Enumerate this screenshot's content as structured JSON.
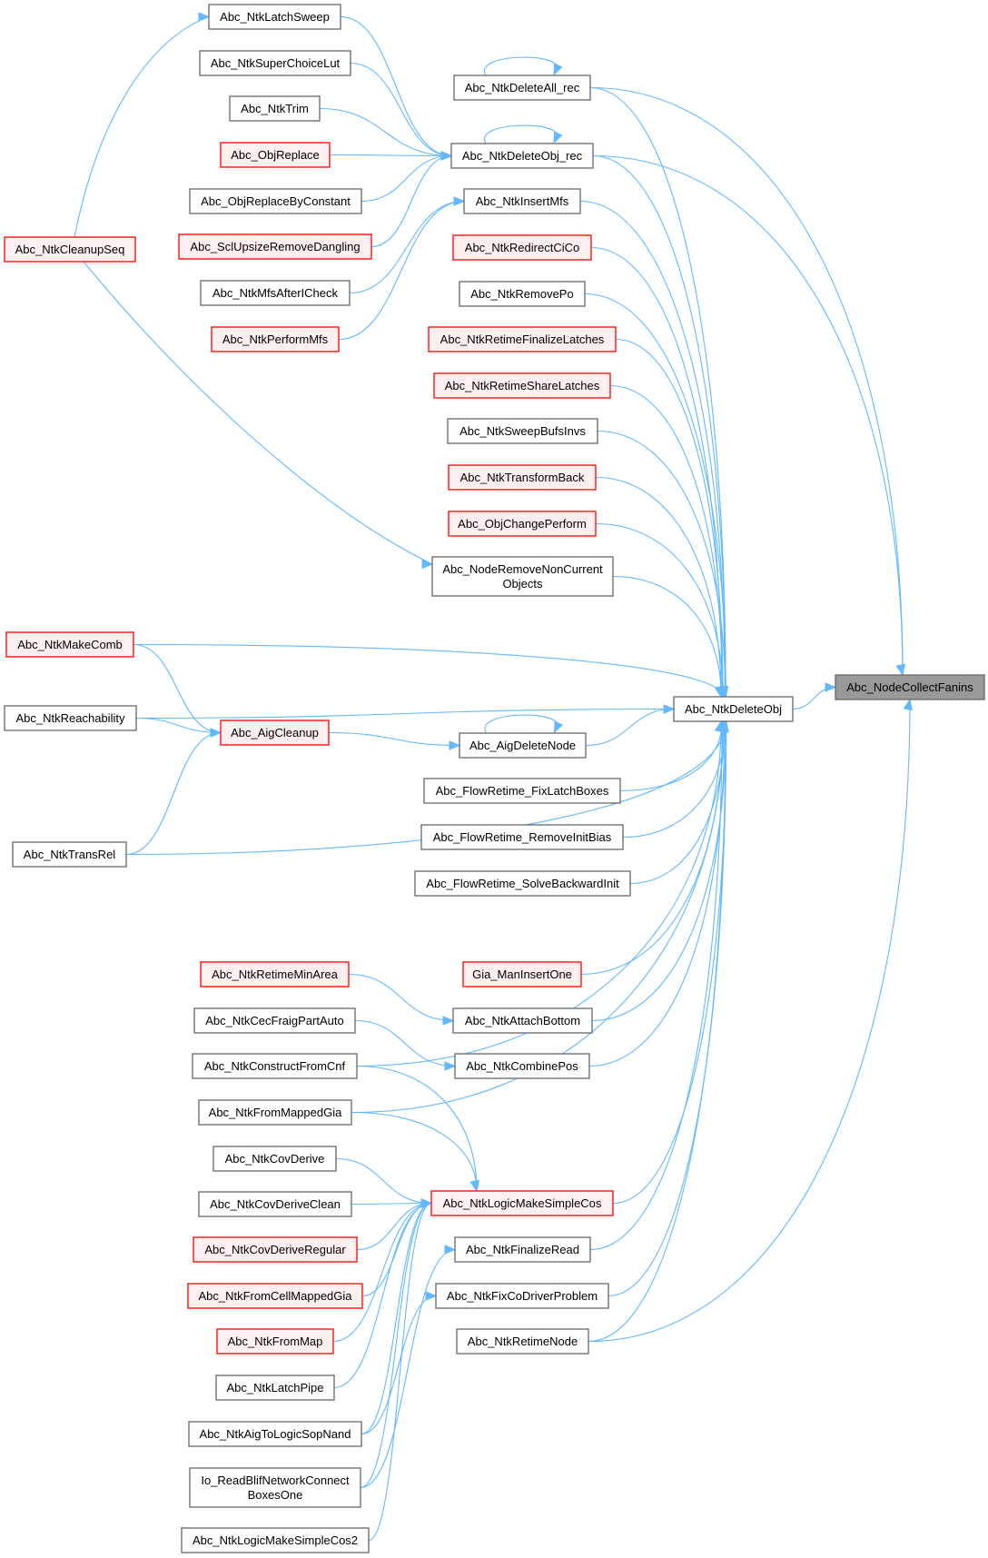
{
  "title": "Call graph of Abc_NodeCollectFanins",
  "colors": {
    "edge": "#63b8ff",
    "node_border": "#666666",
    "node_fill": "#ffffff",
    "undocumented_border": "#ff0000",
    "undocumented_fill": "#fff0f0",
    "root_fill": "#999999"
  },
  "nodes": [
    {
      "id": "NodeCollectFanins",
      "label": [
        "Abc_NodeCollectFanins"
      ],
      "style": "root"
    },
    {
      "id": "NtkDeleteObj",
      "label": [
        "Abc_NtkDeleteObj"
      ],
      "style": "normal"
    },
    {
      "id": "NtkDeleteAll_rec",
      "label": [
        "Abc_NtkDeleteAll_rec"
      ],
      "style": "normal"
    },
    {
      "id": "NtkDeleteObj_rec",
      "label": [
        "Abc_NtkDeleteObj_rec"
      ],
      "style": "normal"
    },
    {
      "id": "NtkInsertMfs",
      "label": [
        "Abc_NtkInsertMfs"
      ],
      "style": "normal"
    },
    {
      "id": "NtkRedirectCiCo",
      "label": [
        "Abc_NtkRedirectCiCo"
      ],
      "style": "red"
    },
    {
      "id": "NtkRemovePo",
      "label": [
        "Abc_NtkRemovePo"
      ],
      "style": "normal"
    },
    {
      "id": "NtkRetimeFinalizeLatches",
      "label": [
        "Abc_NtkRetimeFinalizeLatches"
      ],
      "style": "red"
    },
    {
      "id": "NtkRetimeShareLatches",
      "label": [
        "Abc_NtkRetimeShareLatches"
      ],
      "style": "red"
    },
    {
      "id": "NtkSweepBufsInvs",
      "label": [
        "Abc_NtkSweepBufsInvs"
      ],
      "style": "normal"
    },
    {
      "id": "NtkTransformBack",
      "label": [
        "Abc_NtkTransformBack"
      ],
      "style": "red"
    },
    {
      "id": "ObjChangePerform",
      "label": [
        "Abc_ObjChangePerform"
      ],
      "style": "red"
    },
    {
      "id": "NodeRemoveNonCurrentObjects",
      "label": [
        "Abc_NodeRemoveNonCurrent",
        "Objects"
      ],
      "style": "normal"
    },
    {
      "id": "AigDeleteNode",
      "label": [
        "Abc_AigDeleteNode"
      ],
      "style": "normal"
    },
    {
      "id": "FlowRetime_FixLatchBoxes",
      "label": [
        "Abc_FlowRetime_FixLatchBoxes"
      ],
      "style": "normal"
    },
    {
      "id": "FlowRetime_RemoveInitBias",
      "label": [
        "Abc_FlowRetime_RemoveInitBias"
      ],
      "style": "normal"
    },
    {
      "id": "FlowRetime_SolveBackwardInit",
      "label": [
        "Abc_FlowRetime_SolveBackwardInit"
      ],
      "style": "normal"
    },
    {
      "id": "Gia_ManInsertOne",
      "label": [
        "Gia_ManInsertOne"
      ],
      "style": "red"
    },
    {
      "id": "NtkAttachBottom",
      "label": [
        "Abc_NtkAttachBottom"
      ],
      "style": "normal"
    },
    {
      "id": "NtkCombinePos",
      "label": [
        "Abc_NtkCombinePos"
      ],
      "style": "normal"
    },
    {
      "id": "NtkLogicMakeSimpleCos",
      "label": [
        "Abc_NtkLogicMakeSimpleCos"
      ],
      "style": "red"
    },
    {
      "id": "NtkFinalizeRead",
      "label": [
        "Abc_NtkFinalizeRead"
      ],
      "style": "normal"
    },
    {
      "id": "NtkFixCoDriverProblem",
      "label": [
        "Abc_NtkFixCoDriverProblem"
      ],
      "style": "normal"
    },
    {
      "id": "NtkRetimeNode",
      "label": [
        "Abc_NtkRetimeNode"
      ],
      "style": "normal"
    },
    {
      "id": "NtkLatchSweep",
      "label": [
        "Abc_NtkLatchSweep"
      ],
      "style": "normal"
    },
    {
      "id": "NtkSuperChoiceLut",
      "label": [
        "Abc_NtkSuperChoiceLut"
      ],
      "style": "normal"
    },
    {
      "id": "NtkTrim",
      "label": [
        "Abc_NtkTrim"
      ],
      "style": "normal"
    },
    {
      "id": "ObjReplace",
      "label": [
        "Abc_ObjReplace"
      ],
      "style": "red"
    },
    {
      "id": "ObjReplaceByConstant",
      "label": [
        "Abc_ObjReplaceByConstant"
      ],
      "style": "normal"
    },
    {
      "id": "SclUpsizeRemoveDangling",
      "label": [
        "Abc_SclUpsizeRemoveDangling"
      ],
      "style": "red"
    },
    {
      "id": "NtkMfsAfterICheck",
      "label": [
        "Abc_NtkMfsAfterICheck"
      ],
      "style": "normal"
    },
    {
      "id": "NtkPerformMfs",
      "label": [
        "Abc_NtkPerformMfs"
      ],
      "style": "red"
    },
    {
      "id": "NtkCleanupSeq",
      "label": [
        "Abc_NtkCleanupSeq"
      ],
      "style": "red"
    },
    {
      "id": "NtkMakeComb",
      "label": [
        "Abc_NtkMakeComb"
      ],
      "style": "red"
    },
    {
      "id": "NtkReachability",
      "label": [
        "Abc_NtkReachability"
      ],
      "style": "normal"
    },
    {
      "id": "AigCleanup",
      "label": [
        "Abc_AigCleanup"
      ],
      "style": "red"
    },
    {
      "id": "NtkTransRel",
      "label": [
        "Abc_NtkTransRel"
      ],
      "style": "normal"
    },
    {
      "id": "NtkRetimeMinArea",
      "label": [
        "Abc_NtkRetimeMinArea"
      ],
      "style": "red"
    },
    {
      "id": "NtkCecFraigPartAuto",
      "label": [
        "Abc_NtkCecFraigPartAuto"
      ],
      "style": "normal"
    },
    {
      "id": "NtkConstructFromCnf",
      "label": [
        "Abc_NtkConstructFromCnf"
      ],
      "style": "normal"
    },
    {
      "id": "NtkFromMappedGia",
      "label": [
        "Abc_NtkFromMappedGia"
      ],
      "style": "normal"
    },
    {
      "id": "NtkCovDerive",
      "label": [
        "Abc_NtkCovDerive"
      ],
      "style": "normal"
    },
    {
      "id": "NtkCovDeriveClean",
      "label": [
        "Abc_NtkCovDeriveClean"
      ],
      "style": "normal"
    },
    {
      "id": "NtkCovDeriveRegular",
      "label": [
        "Abc_NtkCovDeriveRegular"
      ],
      "style": "red"
    },
    {
      "id": "NtkFromCellMappedGia",
      "label": [
        "Abc_NtkFromCellMappedGia"
      ],
      "style": "red"
    },
    {
      "id": "NtkFromMap",
      "label": [
        "Abc_NtkFromMap"
      ],
      "style": "red"
    },
    {
      "id": "NtkLatchPipe",
      "label": [
        "Abc_NtkLatchPipe"
      ],
      "style": "normal"
    },
    {
      "id": "NtkAigToLogicSopNand",
      "label": [
        "Abc_NtkAigToLogicSopNand"
      ],
      "style": "normal"
    },
    {
      "id": "Io_ReadBlifNetworkConnectBoxesOne",
      "label": [
        "Io_ReadBlifNetworkConnect",
        "BoxesOne"
      ],
      "style": "normal"
    },
    {
      "id": "NtkLogicMakeSimpleCos2",
      "label": [
        "Abc_NtkLogicMakeSimpleCos2"
      ],
      "style": "normal"
    }
  ],
  "edges": [
    [
      "NtkDeleteObj",
      "NodeCollectFanins"
    ],
    [
      "NtkDeleteAll_rec",
      "NodeCollectFanins"
    ],
    [
      "NtkDeleteObj_rec",
      "NodeCollectFanins"
    ],
    [
      "NtkRetimeNode",
      "NodeCollectFanins"
    ],
    [
      "NtkDeleteAll_rec",
      "NtkDeleteAll_rec"
    ],
    [
      "NtkDeleteAll_rec",
      "NtkDeleteObj"
    ],
    [
      "NtkDeleteObj_rec",
      "NtkDeleteObj_rec"
    ],
    [
      "NtkDeleteObj_rec",
      "NtkDeleteObj"
    ],
    [
      "NtkInsertMfs",
      "NtkDeleteObj"
    ],
    [
      "NtkRedirectCiCo",
      "NtkDeleteObj"
    ],
    [
      "NtkRemovePo",
      "NtkDeleteObj"
    ],
    [
      "NtkRetimeFinalizeLatches",
      "NtkDeleteObj"
    ],
    [
      "NtkRetimeShareLatches",
      "NtkDeleteObj"
    ],
    [
      "NtkSweepBufsInvs",
      "NtkDeleteObj"
    ],
    [
      "NtkTransformBack",
      "NtkDeleteObj"
    ],
    [
      "ObjChangePerform",
      "NtkDeleteObj"
    ],
    [
      "NodeRemoveNonCurrentObjects",
      "NtkDeleteObj"
    ],
    [
      "NtkMakeComb",
      "NtkDeleteObj"
    ],
    [
      "NtkReachability",
      "NtkDeleteObj"
    ],
    [
      "AigDeleteNode",
      "NtkDeleteObj"
    ],
    [
      "AigDeleteNode",
      "AigDeleteNode"
    ],
    [
      "FlowRetime_FixLatchBoxes",
      "NtkDeleteObj"
    ],
    [
      "FlowRetime_RemoveInitBias",
      "NtkDeleteObj"
    ],
    [
      "FlowRetime_SolveBackwardInit",
      "NtkDeleteObj"
    ],
    [
      "NtkTransRel",
      "NtkDeleteObj"
    ],
    [
      "Gia_ManInsertOne",
      "NtkDeleteObj"
    ],
    [
      "NtkAttachBottom",
      "NtkDeleteObj"
    ],
    [
      "NtkCombinePos",
      "NtkDeleteObj"
    ],
    [
      "NtkConstructFromCnf",
      "NtkDeleteObj"
    ],
    [
      "NtkFromMappedGia",
      "NtkDeleteObj"
    ],
    [
      "NtkLogicMakeSimpleCos",
      "NtkDeleteObj"
    ],
    [
      "NtkFinalizeRead",
      "NtkDeleteObj"
    ],
    [
      "NtkFixCoDriverProblem",
      "NtkDeleteObj"
    ],
    [
      "NtkRetimeNode",
      "NtkDeleteObj"
    ],
    [
      "NtkLatchSweep",
      "NtkDeleteObj_rec"
    ],
    [
      "NtkSuperChoiceLut",
      "NtkDeleteObj_rec"
    ],
    [
      "NtkTrim",
      "NtkDeleteObj_rec"
    ],
    [
      "ObjReplace",
      "NtkDeleteObj_rec"
    ],
    [
      "ObjReplaceByConstant",
      "NtkDeleteObj_rec"
    ],
    [
      "SclUpsizeRemoveDangling",
      "NtkDeleteObj_rec"
    ],
    [
      "NtkMfsAfterICheck",
      "NtkInsertMfs"
    ],
    [
      "NtkPerformMfs",
      "NtkInsertMfs"
    ],
    [
      "NtkCleanupSeq",
      "NtkLatchSweep"
    ],
    [
      "NtkCleanupSeq",
      "NodeRemoveNonCurrentObjects"
    ],
    [
      "NtkMakeComb",
      "AigCleanup"
    ],
    [
      "NtkReachability",
      "AigCleanup"
    ],
    [
      "NtkTransRel",
      "AigCleanup"
    ],
    [
      "AigCleanup",
      "AigDeleteNode"
    ],
    [
      "NtkRetimeMinArea",
      "NtkAttachBottom"
    ],
    [
      "NtkCecFraigPartAuto",
      "NtkCombinePos"
    ],
    [
      "NtkConstructFromCnf",
      "NtkLogicMakeSimpleCos"
    ],
    [
      "NtkFromMappedGia",
      "NtkLogicMakeSimpleCos"
    ],
    [
      "NtkCovDerive",
      "NtkLogicMakeSimpleCos"
    ],
    [
      "NtkCovDeriveClean",
      "NtkLogicMakeSimpleCos"
    ],
    [
      "NtkCovDeriveRegular",
      "NtkLogicMakeSimpleCos"
    ],
    [
      "NtkFromCellMappedGia",
      "NtkLogicMakeSimpleCos"
    ],
    [
      "NtkFromMap",
      "NtkLogicMakeSimpleCos"
    ],
    [
      "NtkLatchPipe",
      "NtkLogicMakeSimpleCos"
    ],
    [
      "NtkAigToLogicSopNand",
      "NtkLogicMakeSimpleCos"
    ],
    [
      "Io_ReadBlifNetworkConnectBoxesOne",
      "NtkLogicMakeSimpleCos"
    ],
    [
      "NtkLogicMakeSimpleCos2",
      "NtkLogicMakeSimpleCos"
    ],
    [
      "Io_ReadBlifNetworkConnectBoxesOne",
      "NtkFinalizeRead"
    ],
    [
      "NtkAigToLogicSopNand",
      "NtkFixCoDriverProblem"
    ]
  ]
}
